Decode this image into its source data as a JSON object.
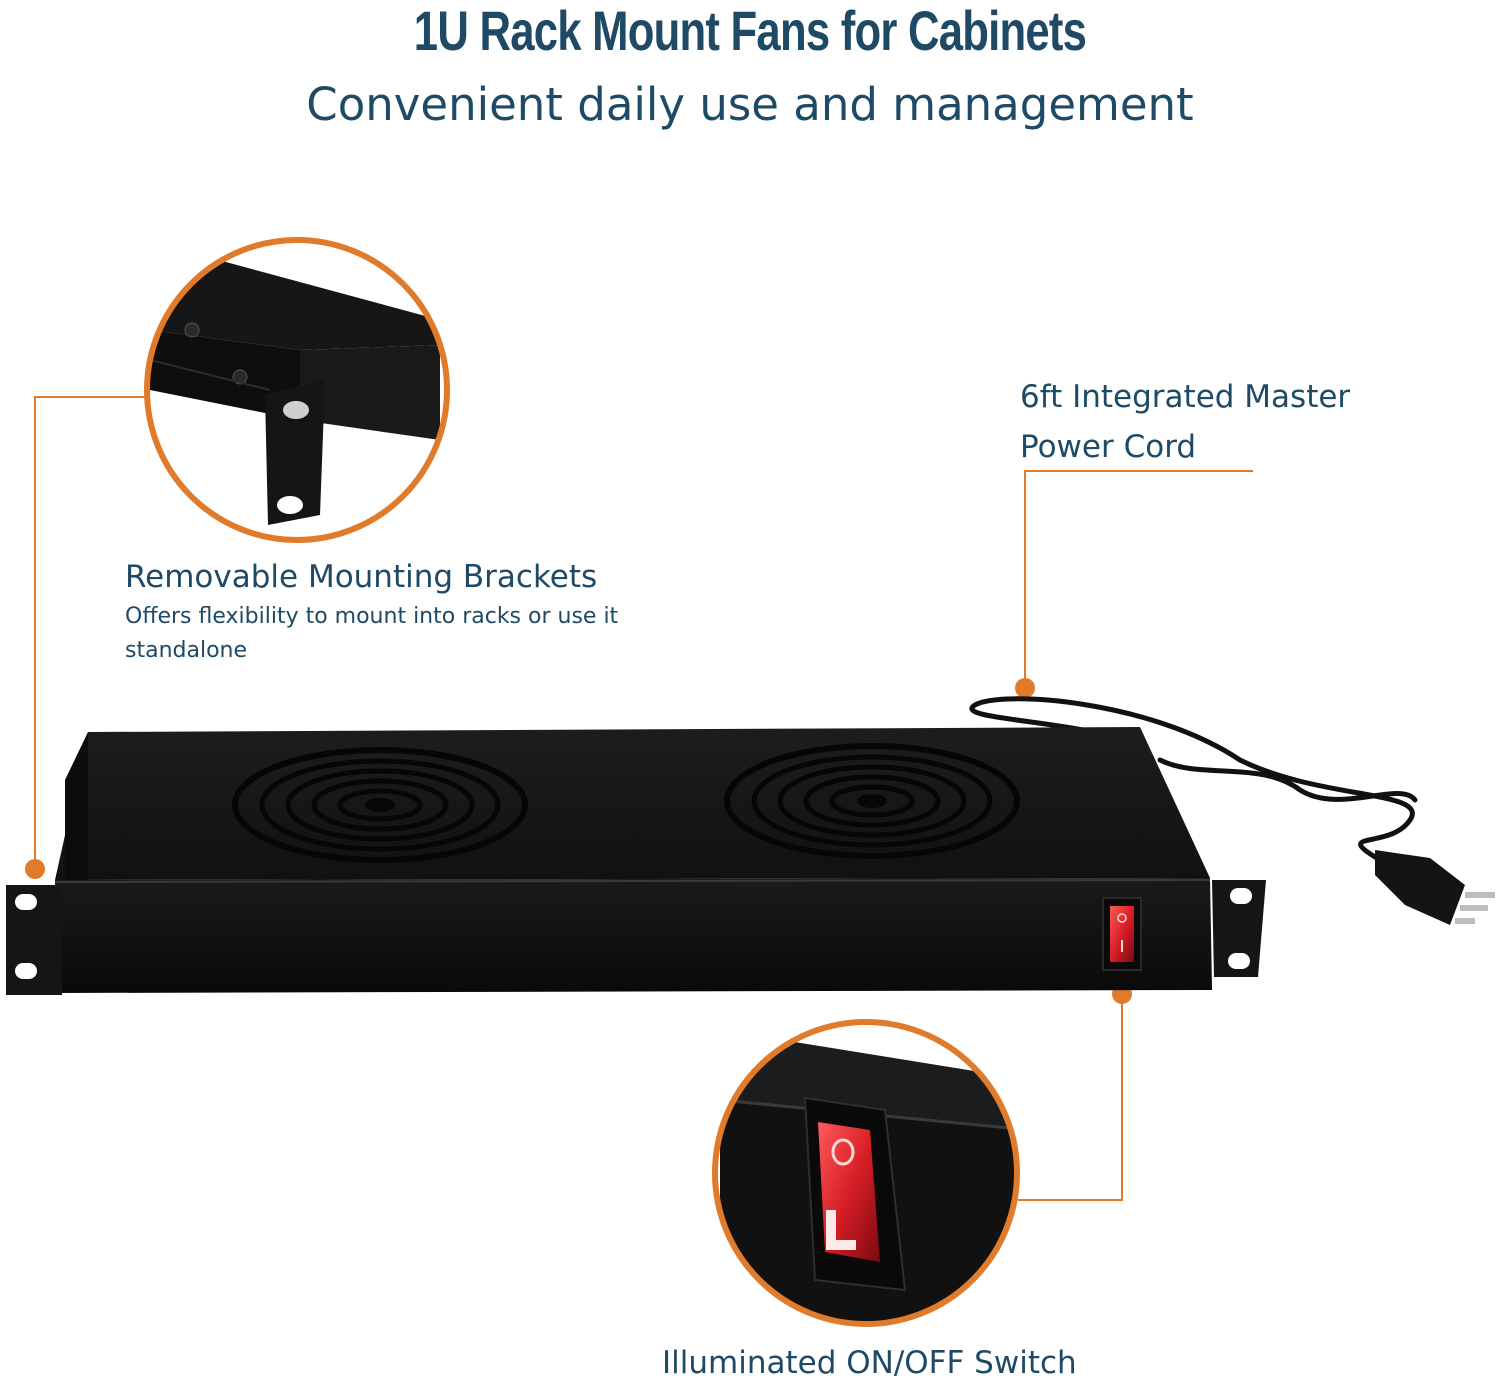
{
  "header": {
    "title": "1U Rack Mount Fans for Cabinets",
    "subtitle": "Convenient daily use and management"
  },
  "callouts": {
    "brackets": {
      "title": "Removable Mounting Brackets",
      "description": "Offers flexibility to mount into racks or use it standalone"
    },
    "power_cord": {
      "title": "6ft Integrated Master Power Cord"
    },
    "switch": {
      "title": "Illuminated ON/OFF Switch"
    }
  },
  "colors": {
    "accent": "#e07b2c",
    "heading": "#1f4a66",
    "product": "#141414",
    "switch": "#d81e26"
  }
}
